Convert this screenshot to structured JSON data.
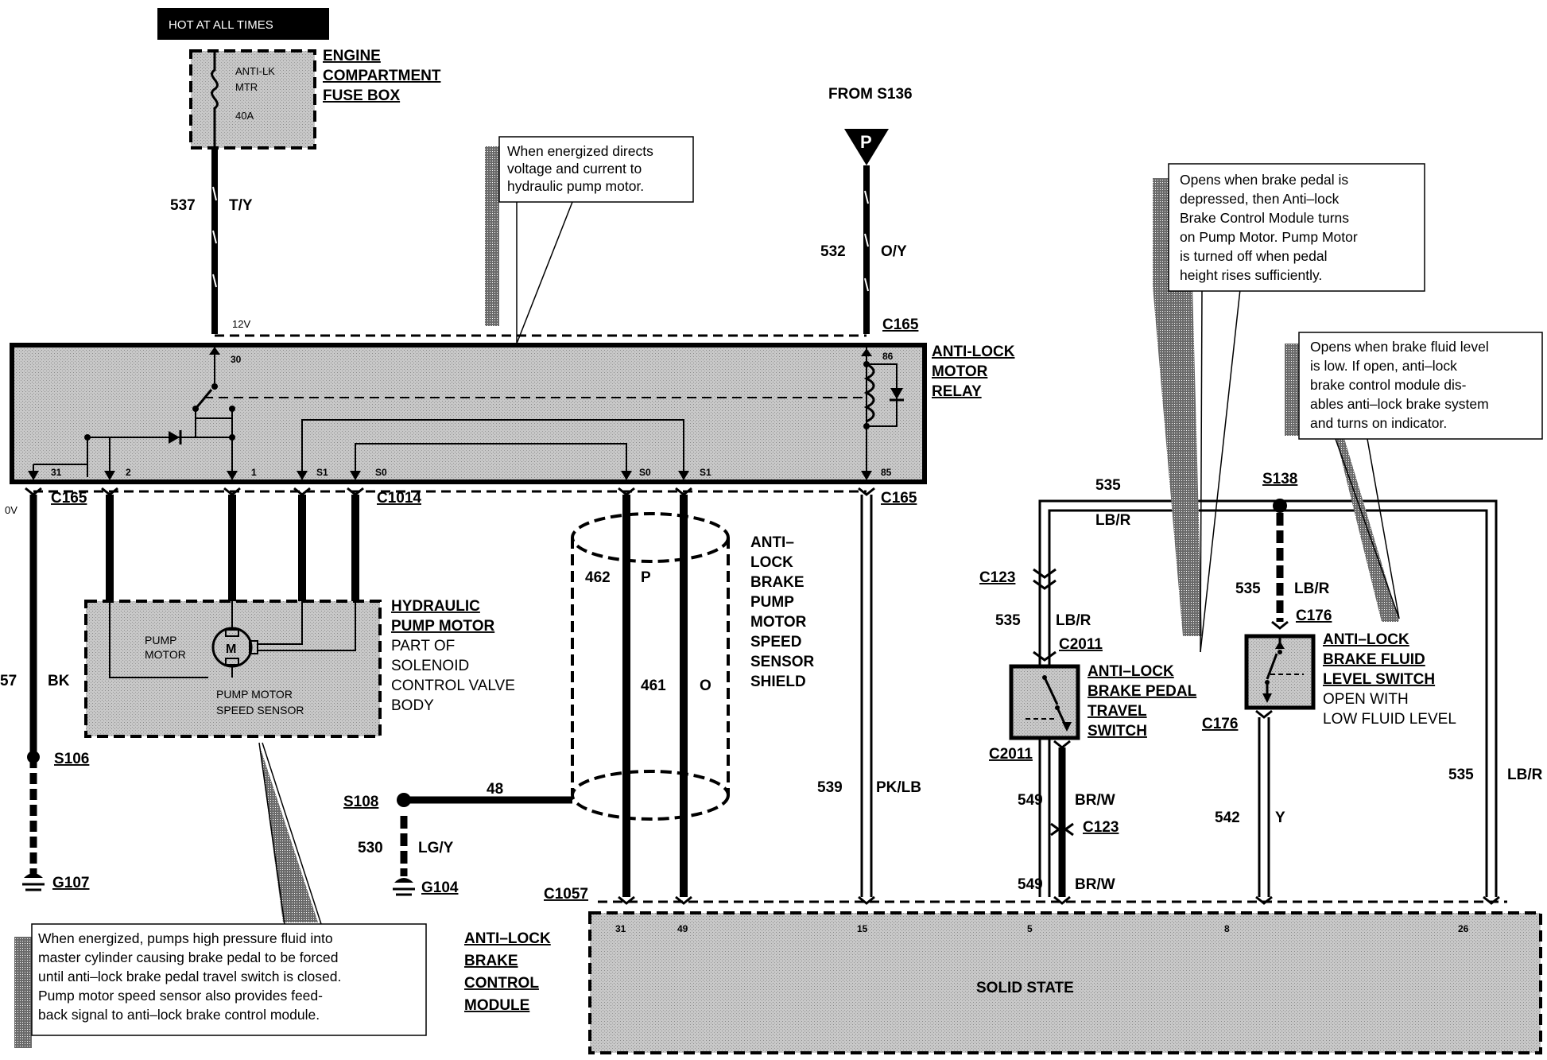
{
  "header": {
    "hot_label": "HOT AT ALL TIMES"
  },
  "fuse_box": {
    "fuse_name": "ANTI-LK",
    "fuse_sub": "MTR",
    "fuse_rating": "40A",
    "title_lines": [
      "ENGINE",
      "COMPARTMENT",
      "FUSE BOX"
    ]
  },
  "from_s136": {
    "label": "FROM S136",
    "pin": "P"
  },
  "wires": {
    "w537": {
      "num": "537",
      "color": "T/Y"
    },
    "w532": {
      "num": "532",
      "color": "O/Y"
    },
    "w57": {
      "num": "57",
      "color": "BK"
    },
    "w462": {
      "num": "462",
      "color": "P"
    },
    "w461": {
      "num": "461",
      "color": "O"
    },
    "w48": {
      "num": "48"
    },
    "w530": {
      "num": "530",
      "color": "LG/Y"
    },
    "w539": {
      "num": "539",
      "color": "PK/LB"
    },
    "w535_top": {
      "num": "535",
      "color": "LB/R"
    },
    "w535_c123": {
      "num": "535",
      "color": "LB/R"
    },
    "w535_s138": {
      "num": "535",
      "color": "LB/R"
    },
    "w535_right": {
      "num": "535",
      "color": "LB/R"
    },
    "w549_a": {
      "num": "549",
      "color": "BR/W"
    },
    "w549_b": {
      "num": "549",
      "color": "BR/W"
    },
    "w542": {
      "num": "542",
      "color": "Y"
    }
  },
  "relay": {
    "title_lines": [
      "ANTI-LOCK",
      "MOTOR",
      "RELAY"
    ],
    "v12": "12V",
    "pins": {
      "p30": "30",
      "p86": "86",
      "p31": "31",
      "p2": "2",
      "p1": "1",
      "ps1a": "S1",
      "ps0a": "S0",
      "ps0b": "S0",
      "ps1b": "S1",
      "p85": "85"
    }
  },
  "connectors": {
    "c165_top": "C165",
    "c165_left": "C165",
    "c1014": "C1014",
    "c165_right": "C165",
    "c123_top": "C123",
    "c2011_top": "C2011",
    "c2011_bot": "C2011",
    "c123_bot": "C123",
    "c176_top": "C176",
    "c176_bot": "C176",
    "c1057": "C1057",
    "s106": "S106",
    "g107": "G107",
    "s108": "S108",
    "g104": "G104",
    "s138": "S138"
  },
  "ov_label": "0V",
  "pump_motor": {
    "title_lines": [
      "HYDRAULIC",
      "PUMP MOTOR"
    ],
    "desc_lines": [
      "PART OF",
      "SOLENOID",
      "CONTROL VALVE",
      "BODY"
    ],
    "inner_pump_lines": [
      "PUMP",
      "MOTOR"
    ],
    "motor_symbol": "M",
    "sensor_lines": [
      "PUMP MOTOR",
      "SPEED SENSOR"
    ]
  },
  "shield": {
    "lines": [
      "ANTI–",
      "LOCK",
      "BRAKE",
      "PUMP",
      "MOTOR",
      "SPEED",
      "SENSOR",
      "SHIELD"
    ]
  },
  "pedal_switch": {
    "title_lines": [
      "ANTI–LOCK",
      "BRAKE PEDAL",
      "TRAVEL",
      "SWITCH"
    ]
  },
  "fluid_switch": {
    "title_lines": [
      "ANTI–LOCK",
      "BRAKE FLUID",
      "LEVEL SWITCH"
    ],
    "desc_lines": [
      "OPEN WITH",
      "LOW FLUID  LEVEL"
    ]
  },
  "module": {
    "title_lines": [
      "ANTI–LOCK",
      "BRAKE",
      "CONTROL",
      "MODULE"
    ],
    "center_text": "SOLID STATE",
    "pins": {
      "p31": "31",
      "p49": "49",
      "p15": "15",
      "p5": "5",
      "p8": "8",
      "p26": "26"
    }
  },
  "notes": {
    "relay_note": [
      "When energized directs",
      "voltage  and  current to",
      "hydraulic pump motor."
    ],
    "pedal_note": [
      "Opens when brake pedal is",
      "depressed,  then  Anti–lock",
      "Brake  Control  Module  turns",
      "on Pump Motor.  Pump Motor",
      "is  turned  off  when  pedal",
      "height rises sufficiently."
    ],
    "fluid_note": [
      "Opens when brake fluid level",
      "is  low.    If  open,  anti–lock",
      "brake  control  module  dis-",
      "ables anti–lock brake system",
      "and turns on indicator."
    ],
    "pump_note": [
      "When energized, pumps high pressure fluid into",
      "master cylinder causing brake pedal to be forced",
      "until anti–lock brake pedal travel switch is closed.",
      "Pump motor speed sensor also provides feed-",
      "back signal to anti–lock brake control module."
    ]
  },
  "colors": {
    "ink": "#000000",
    "panel_gray": "#b4b4b4",
    "shadow": "#555555"
  }
}
